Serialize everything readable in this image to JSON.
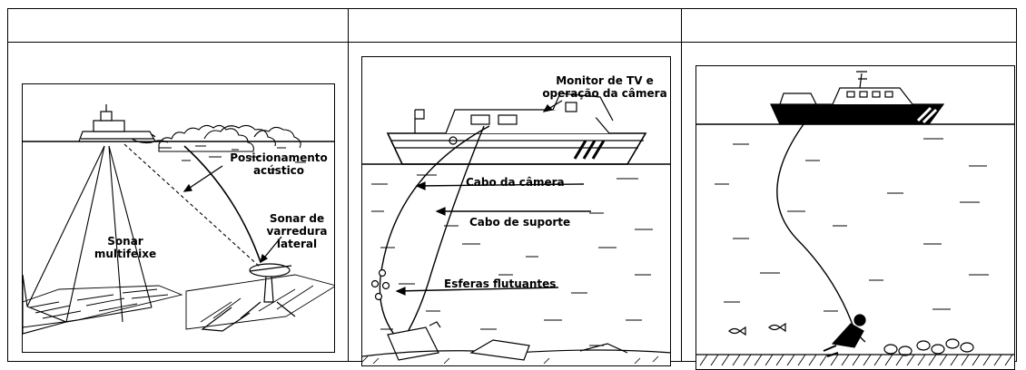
{
  "table": {
    "headers": [
      "",
      "",
      ""
    ]
  },
  "panel1": {
    "labels": {
      "acoustic_positioning_line1": "Posicionamento",
      "acoustic_positioning_line2": "acústico",
      "side_scan_line1": "Sonar de",
      "side_scan_line2": "varredura",
      "side_scan_line3": "lateral",
      "multibeam_line1": "Sonar",
      "multibeam_line2": "multifeixe"
    }
  },
  "panel2": {
    "labels": {
      "tv_monitor_line1": "Monitor de TV e",
      "tv_monitor_line2": "operação da câmera",
      "camera_cable": "Cabo da câmera",
      "support_cable": "Cabo de suporte",
      "floating_spheres": "Esferas flutuantes"
    }
  }
}
